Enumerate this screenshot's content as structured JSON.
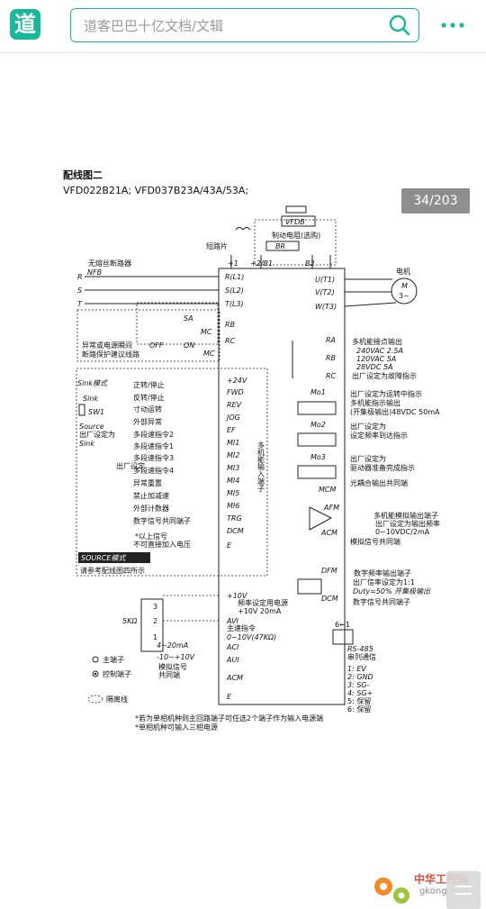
{
  "header": {
    "logo_text": "道",
    "search_placeholder": "道客巴巴十亿文档/文辑",
    "brand_color": "#19b89b"
  },
  "viewer": {
    "page_indicator": "34/203"
  },
  "doc": {
    "title": "配线图二",
    "models": "VFD022B21A; VFD037B23A/43A/53A;",
    "top": {
      "vfdb": "VFDB",
      "brake_resistor": "制动电阻(选购)",
      "br": "BR",
      "jumper": "短路片",
      "p1": "+1",
      "p2": "+2/B1",
      "b2": "B2",
      "minus": "-",
      "fuse_breaker": "无熔丝断路器",
      "nfb": "NFB",
      "motor": "电机",
      "motor_m": "M",
      "motor_phase": "3~"
    },
    "power_in": [
      "R",
      "S",
      "T"
    ],
    "power_terms": [
      "R(L1)",
      "S(L2)",
      "T(L3)"
    ],
    "motor_terms": [
      "U(T1)",
      "V(T2)",
      "W(T3)"
    ],
    "sa": "SA",
    "mc": "MC",
    "rb": "RB",
    "rc": "RC",
    "off": "OFF",
    "on": "ON",
    "abnormal_note_1": "异常或电源瞬间",
    "abnormal_note_2": "断路保护建议线路",
    "relay": {
      "ra": "RA",
      "rb": "RB",
      "rc": "RC",
      "l1": "多机能接点输出",
      "l2": "240VAC 2.5A",
      "l3": "120VAC 5A",
      "l4": "28VDC 5A",
      "l5": "出厂设定为故障指示"
    },
    "sink": {
      "mode": "Sink模式",
      "sink": "Sink",
      "sw1": "SW1",
      "source": "Source",
      "default1": "出厂设定为",
      "default2": "Sink"
    },
    "di_labels": [
      "正转/停止",
      "反转/停止",
      "寸动运转",
      "外部异常",
      "多段速指令1",
      "多段速指令2",
      "多段速指令3",
      "多段速指令4",
      "异常重置",
      "禁止加减速",
      "外部计数器",
      "数字信号共同端子"
    ],
    "di_terms": [
      "+24V",
      "FWD",
      "REV",
      "JOG",
      "EF",
      "MI1",
      "MI2",
      "MI3",
      "MI4",
      "MI5",
      "MI6",
      "TRG",
      "DCM",
      "E"
    ],
    "factory_setting": "出厂设定",
    "multi_input": "多机能输入端子",
    "note_signal_1": "*以上信号",
    "note_signal_2": "不可直接加入电压",
    "source_mode": "SOURCE模式",
    "source_ref": "请参考配线图四所示",
    "mo": {
      "mo1": "Mo1",
      "mo2": "Mo2",
      "mo3": "Mo3",
      "mcm": "MCM",
      "d1": "出厂设定为运转中指示",
      "d2": "多机能指示输出",
      "d3": "(开集极输出)48VDC 50mA",
      "d4": "出厂设定为",
      "d5": "设定频率到达指示",
      "d6": "出厂设定为",
      "d7": "驱动器准备完成指示",
      "d8": "光耦合输出共同端"
    },
    "analog_out": {
      "afm": "AFM",
      "acm": "ACM",
      "l1": "多机能模拟输出端子",
      "l2": "出厂设定为输出频率",
      "l3": "0~10VDC/2mA",
      "l4": "模拟信号共同端"
    },
    "dfm": {
      "dfm": "DFM",
      "dcm": "DCM",
      "l1": "数字频率输出端子",
      "l2": "出厂信率设定为1:1",
      "l3": "Duty=50% 开集极输出",
      "l4": "数字信号共同端子"
    },
    "analog_in": {
      "v10": "+10V",
      "v10_l1": "频率设定用电源",
      "v10_l2": "+10V 20mA",
      "avi": "AVI",
      "avi_l1": "主速指令",
      "avi_l2": "0~10V(47KΩ)",
      "aci": "ACI",
      "aui": "AUI",
      "acm": "ACM",
      "e": "E",
      "pot": "5KΩ",
      "pot_pins": [
        "3",
        "2",
        "1"
      ],
      "ma": "4~20mA",
      "v": "-10~+10V",
      "common1": "模拟信号",
      "common2": "共同端"
    },
    "rs485": {
      "title1": "RS-485",
      "title2": "串列通信",
      "pins": [
        "1: EV",
        "2: GND",
        "3: SG-",
        "4: SG+",
        "5: 保留",
        "6: 保留"
      ],
      "jack": "6←1"
    },
    "legend": {
      "main": "主端子",
      "control": "控制端子",
      "shield": "隔离线"
    },
    "footnote_1": "*若为单相机种则主回路端子可任选2个端子作为输入电源端",
    "footnote_2": "*单相机种可输入三相电源"
  },
  "watermark": {
    "name": "中华工控网",
    "url": "gkong.com"
  }
}
